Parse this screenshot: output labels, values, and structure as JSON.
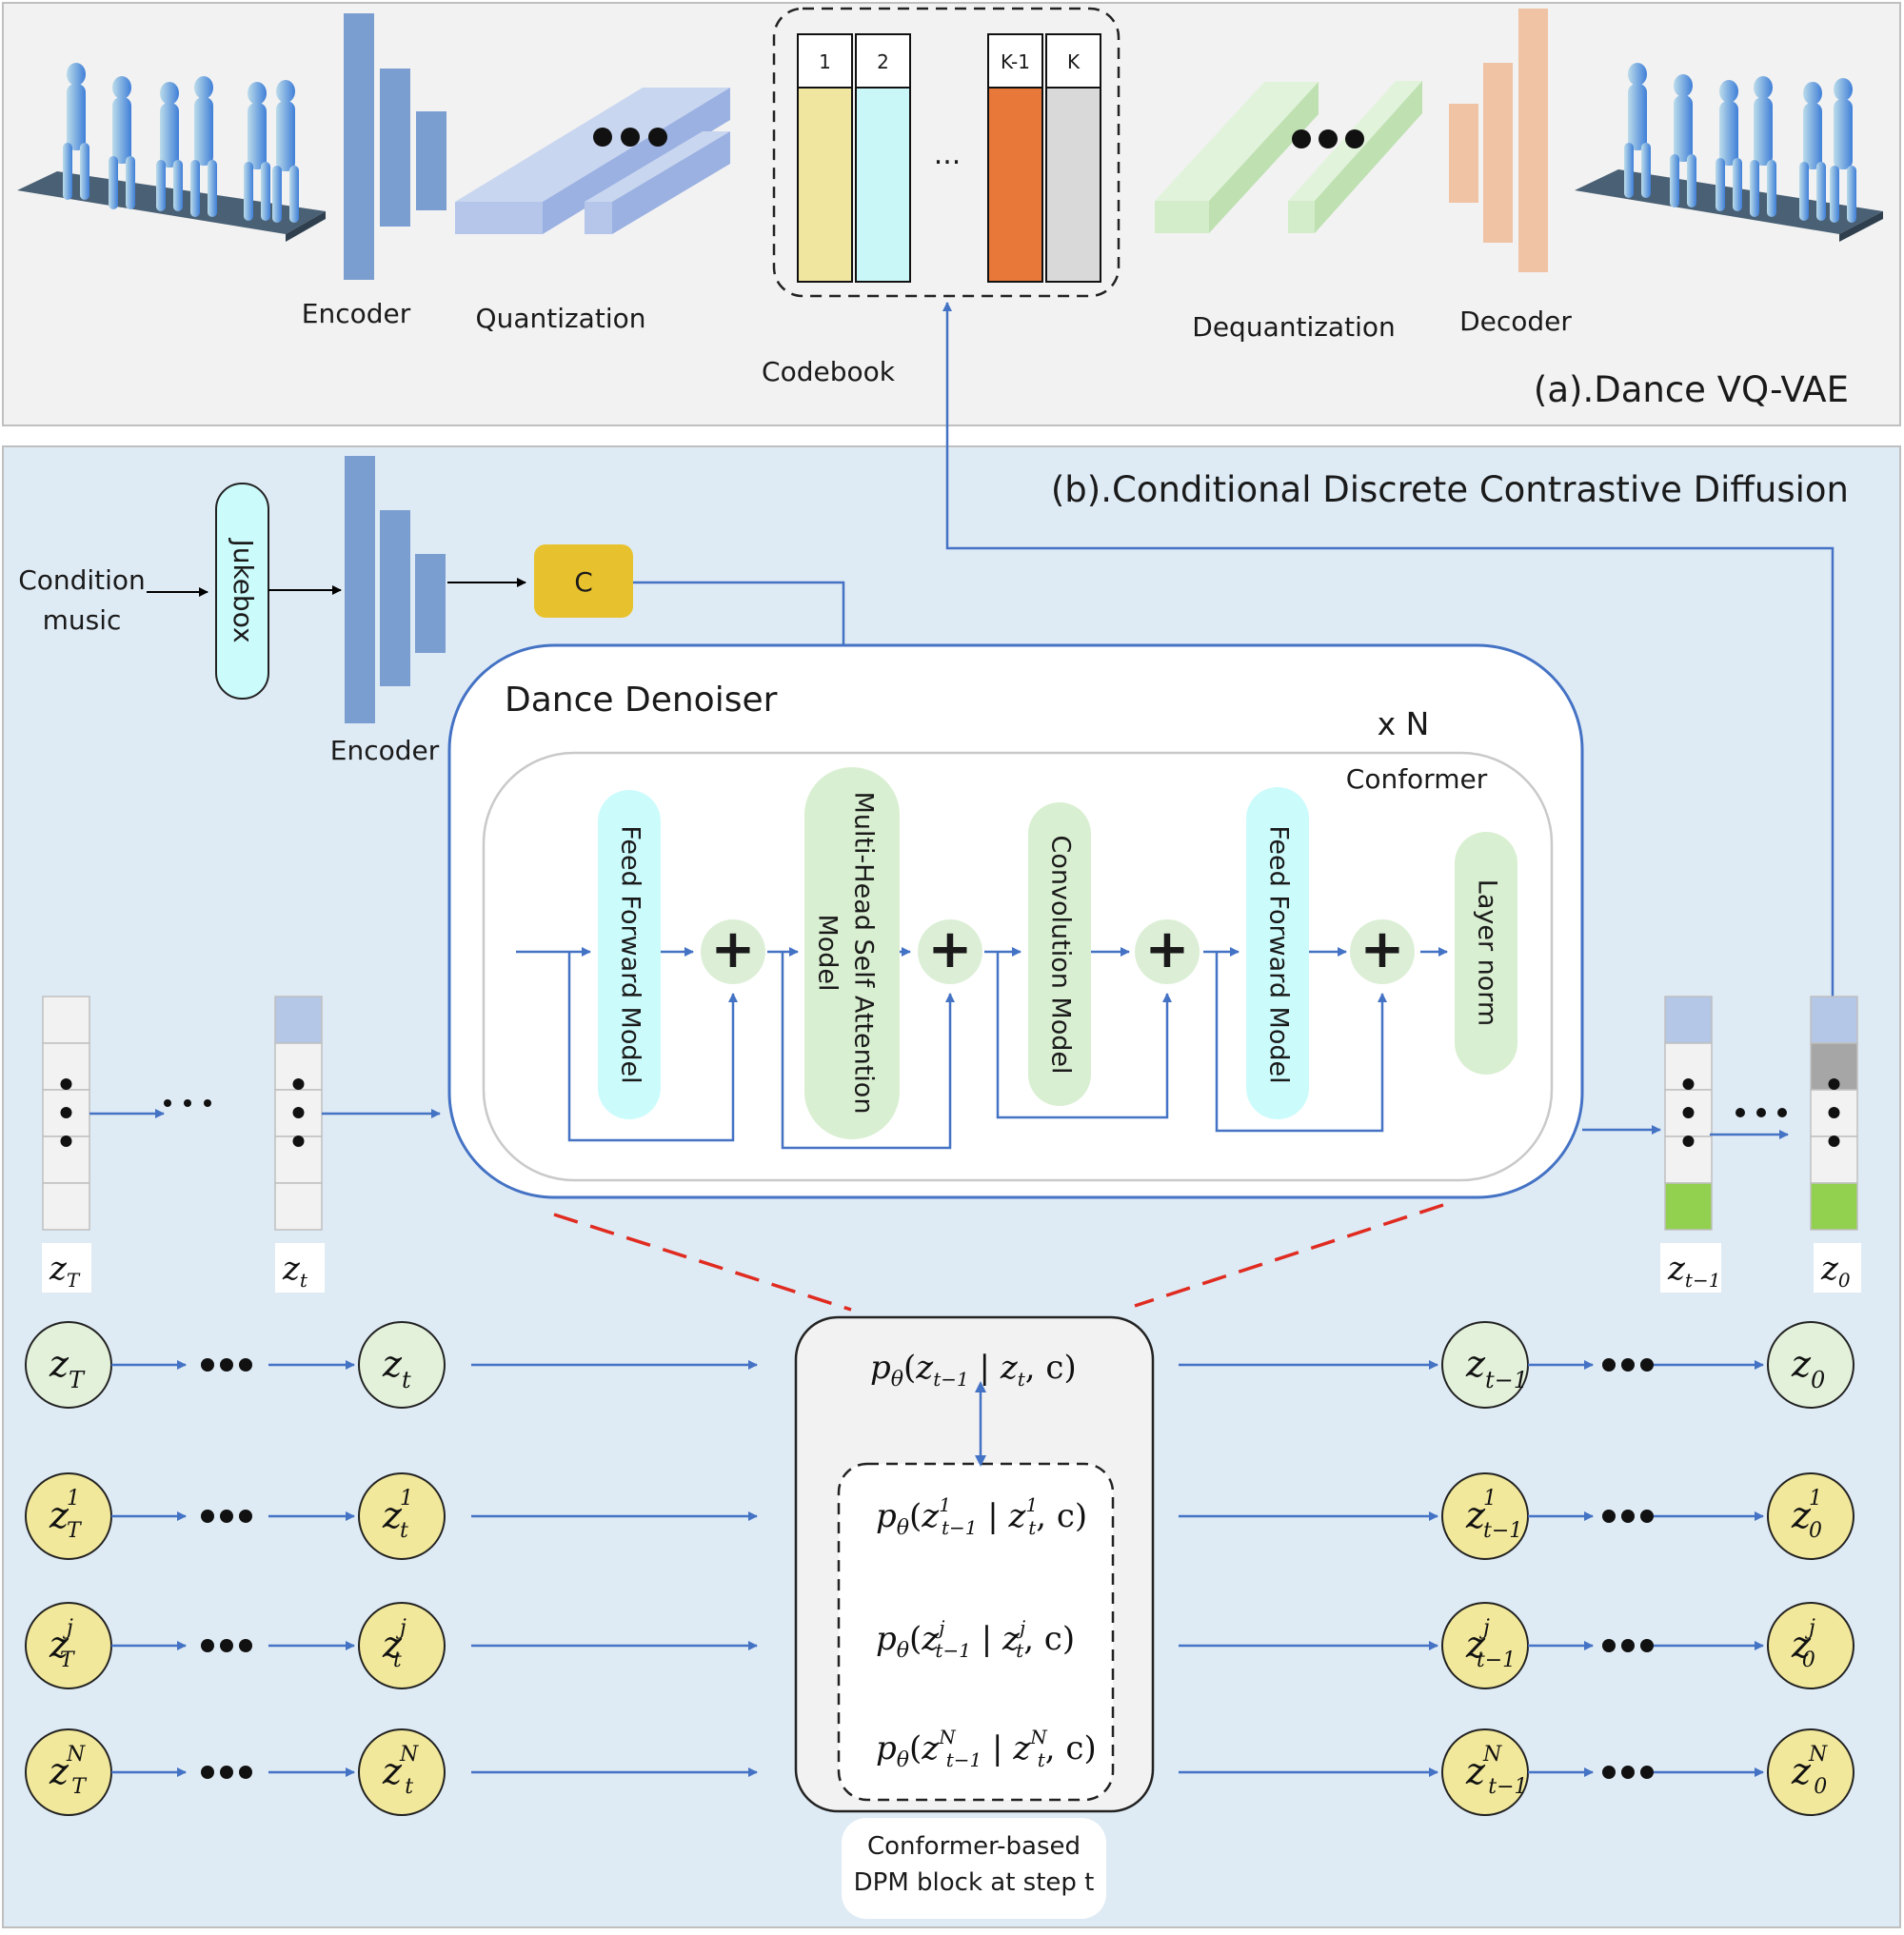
{
  "vqvae": {
    "section_title": "(a).Dance VQ-VAE",
    "encoder_label": "Encoder",
    "quantization_label": "Quantization",
    "codebook_label": "Codebook",
    "dequantization_label": "Dequantization",
    "decoder_label": "Decoder",
    "codebook_entries": [
      "1",
      "2",
      "K-1",
      "K"
    ],
    "codebook_ellipsis": "...",
    "colors": {
      "encoder": "#7b9ed1",
      "quant": "#b5c6ea",
      "dequant": "#cfe8c6",
      "decoder": "#efc3a4",
      "code1": "#f1e69f",
      "code2": "#c9f7f8",
      "codeK1": "#e8783a",
      "codeK": "#d9d9d9"
    }
  },
  "diffusion": {
    "section_title": "(b).Conditional Discrete Contrastive Diffusion",
    "condition_label_line1": "Condition",
    "condition_label_line2": "music",
    "jukebox_label": "Jukebox",
    "encoder_label": "Encoder",
    "c_label": "C",
    "denoiser_title": "Dance Denoiser",
    "repeat_label": "x N",
    "conformer_label": "Conformer",
    "blocks": {
      "ffn1": "Feed Forward Model",
      "mhsa_line1": "Multi-Head Self Attention",
      "mhsa_line2": "Model",
      "conv": "Convolution Model",
      "ffn2": "Feed Forward Model",
      "layernorm": "Layer norm"
    },
    "plus": "+",
    "seq_labels": {
      "zT": "z",
      "zT_sub": "T",
      "zt": "z",
      "zt_sub": "t",
      "ztm1": "z",
      "ztm1_sub": "t−1",
      "z0": "z",
      "z0_sub": "0"
    },
    "dpm_caption_line1": "Conformer-based",
    "dpm_caption_line2": "DPM block at step t",
    "ellipsis": "•••",
    "chain_rows": [
      {
        "left1": "z",
        "left1_sub": "T",
        "left1_sup": "",
        "left2": "z",
        "left2_sub": "t",
        "left2_sup": "",
        "right1": "z",
        "right1_sub": "t−1",
        "right1_sup": "",
        "right2": "z",
        "right2_sub": "0",
        "right2_sup": "",
        "formula_sup": ""
      },
      {
        "left1": "z",
        "left1_sub": "T",
        "left1_sup": "1",
        "left2": "z",
        "left2_sub": "t",
        "left2_sup": "1",
        "right1": "z",
        "right1_sub": "t−1",
        "right1_sup": "1",
        "right2": "z",
        "right2_sub": "0",
        "right2_sup": "1",
        "formula_sup": "1"
      },
      {
        "left1": "z",
        "left1_sub": "T",
        "left1_sup": "j",
        "left2": "z",
        "left2_sub": "t",
        "left2_sup": "j",
        "right1": "z",
        "right1_sub": "t−1",
        "right1_sup": "j",
        "right2": "z",
        "right2_sub": "0",
        "right2_sup": "j",
        "formula_sup": "j"
      },
      {
        "left1": "z",
        "left1_sub": "T",
        "left1_sup": "N",
        "left2": "z",
        "left2_sub": "t",
        "left2_sup": "N",
        "right1": "z",
        "right1_sub": "t−1",
        "right1_sup": "N",
        "right2": "z",
        "right2_sub": "0",
        "right2_sup": "N",
        "formula_sup": "N"
      }
    ],
    "formula": {
      "p": "p",
      "theta": "θ",
      "open": "(",
      "bar": " | ",
      "c": ", c)"
    },
    "colors": {
      "background": "#deebf5",
      "arrow": "#4472c4",
      "c_box": "#e8c22e",
      "jukebox": "#ccfbfc",
      "ffn": "#ccfbfc",
      "mhsa": "#d9efd1",
      "plus_circle": "#dcefd6",
      "green_node": "#e3f1da",
      "yellow_node": "#f2e89b",
      "dashed_red": "#e02b20",
      "z_head": "#b4c7e7",
      "z_gray": "#a6a6a6",
      "z_green": "#92d050"
    }
  }
}
